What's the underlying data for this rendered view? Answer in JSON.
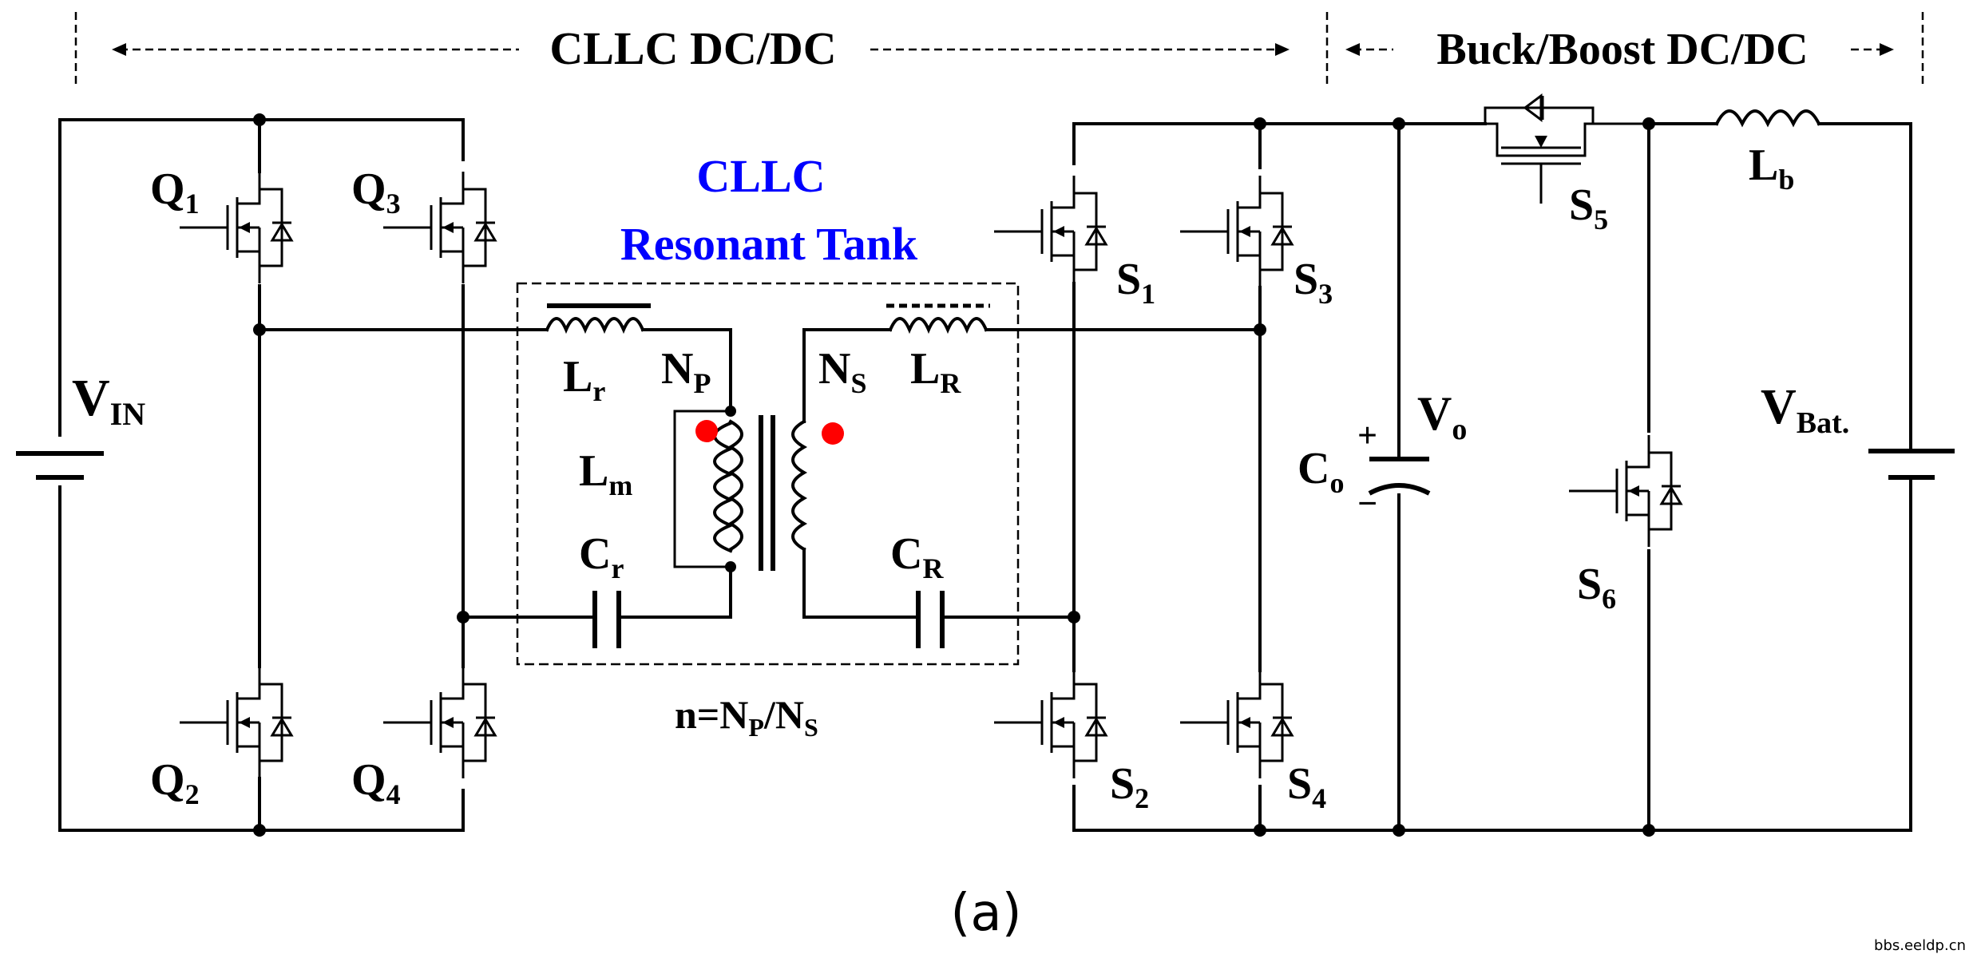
{
  "sections": {
    "cllc": "CLLC DC/DC",
    "buckboost": "Buck/Boost DC/DC"
  },
  "tank": {
    "line1": "CLLC",
    "line2": "Resonant Tank"
  },
  "labels": {
    "vin": {
      "main": "V",
      "sub": "IN"
    },
    "q1": {
      "main": "Q",
      "sub": "1"
    },
    "q2": {
      "main": "Q",
      "sub": "2"
    },
    "q3": {
      "main": "Q",
      "sub": "3"
    },
    "q4": {
      "main": "Q",
      "sub": "4"
    },
    "s1": {
      "main": "S",
      "sub": "1"
    },
    "s2": {
      "main": "S",
      "sub": "2"
    },
    "s3": {
      "main": "S",
      "sub": "3"
    },
    "s4": {
      "main": "S",
      "sub": "4"
    },
    "s5": {
      "main": "S",
      "sub": "5"
    },
    "s6": {
      "main": "S",
      "sub": "6"
    },
    "lr_small": {
      "main": "L",
      "sub": "r"
    },
    "lr_big": {
      "main": "L",
      "sub": "R"
    },
    "np": {
      "main": "N",
      "sub": "P"
    },
    "ns": {
      "main": "N",
      "sub": "S"
    },
    "lm": {
      "main": "L",
      "sub": "m"
    },
    "cr_small": {
      "main": "C",
      "sub": "r"
    },
    "cr_big": {
      "main": "C",
      "sub": "R"
    },
    "co": {
      "main": "C",
      "sub": "o"
    },
    "vo": {
      "main": "V",
      "sub": "o"
    },
    "lb": {
      "main": "L",
      "sub": "b"
    },
    "vbat": {
      "main": "V",
      "sub": "Bat."
    },
    "ratio": {
      "a": "n=N",
      "b": "P",
      "c": "/N",
      "d": "S"
    },
    "plus": "+",
    "minus": "−"
  },
  "caption": "(a)",
  "watermark": "bbs.eeldp.cn",
  "colors": {
    "tank_title": "#0000ff",
    "polarity_dot": "#ff0000"
  }
}
